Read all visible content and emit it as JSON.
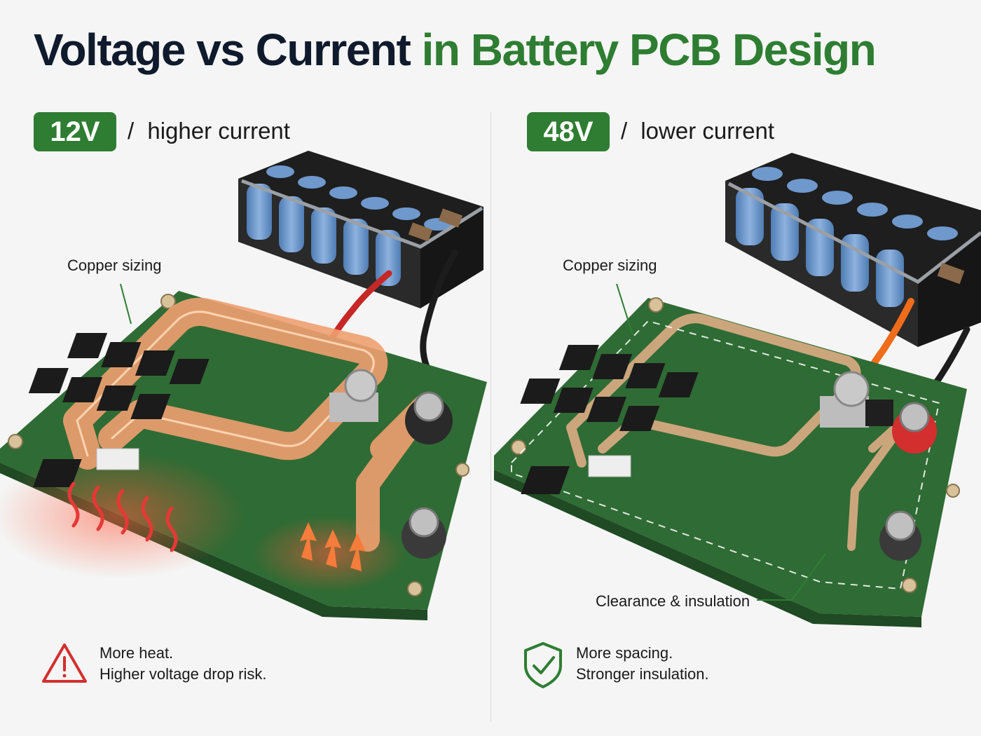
{
  "title": {
    "part1": "Voltage vs Current",
    "part2": "in Battery PCB Design"
  },
  "colors": {
    "accent_green": "#2e7d32",
    "title_dark": "#0f1a2c",
    "pcb_green": "#2f6b34",
    "copper": "#f0a070",
    "heat_red": "#e53935",
    "cell_blue": "#6b95c8"
  },
  "left": {
    "voltage": "12V",
    "slash": "/",
    "current_label": "higher current",
    "callout": "Copper sizing",
    "note_icon": "warning-triangle-icon",
    "note_line1": "More heat.",
    "note_line2": "Higher voltage drop risk."
  },
  "right": {
    "voltage": "48V",
    "slash": "/",
    "current_label": "lower current",
    "callout_top": "Copper sizing",
    "callout_bottom": "Clearance & insulation",
    "note_icon": "shield-check-icon",
    "note_line1": "More spacing.",
    "note_line2": "Stronger insulation."
  }
}
